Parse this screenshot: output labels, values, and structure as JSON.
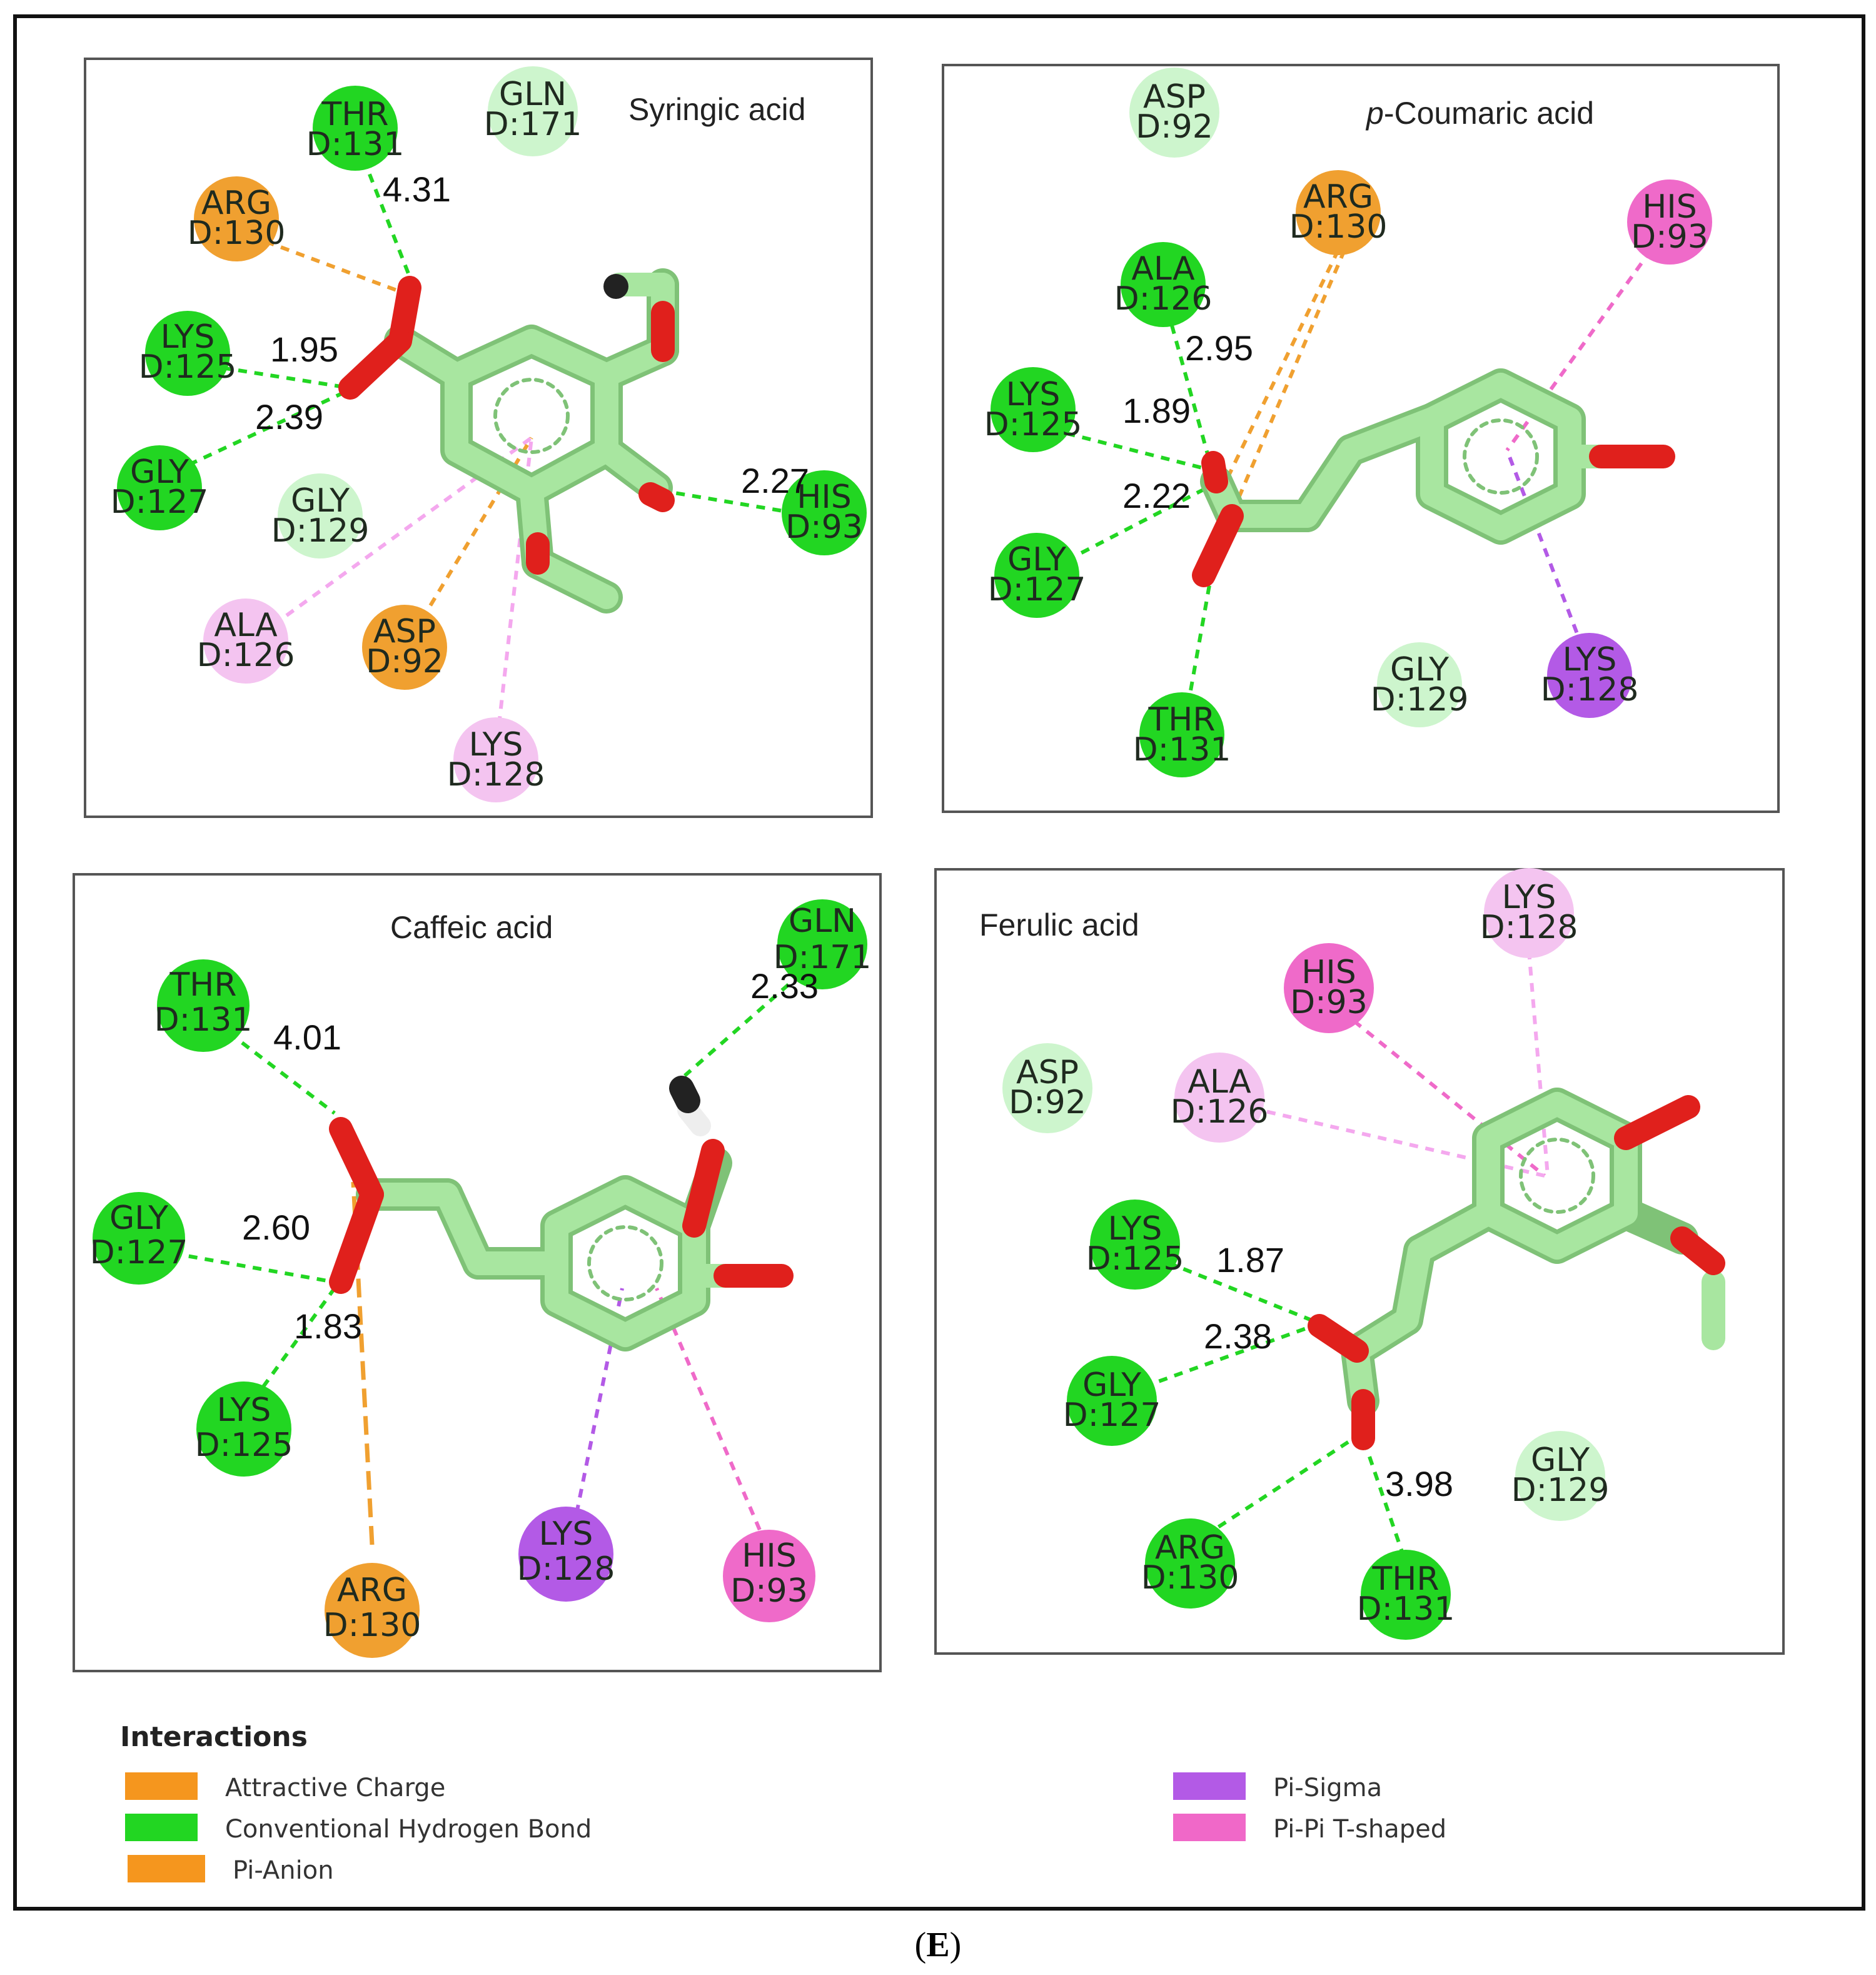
{
  "panels": [
    {
      "title": "Syringic acid",
      "title_style": "normal"
    },
    {
      "title_italic": "p",
      "title": "-Coumaric acid",
      "title_style": "mixed"
    },
    {
      "title": "Caffeic acid",
      "title_style": "normal"
    },
    {
      "title": "Ferulic acid",
      "title_style": "normal"
    }
  ],
  "residues": {
    "syringic": [
      {
        "l1": "THR",
        "l2": "D:131",
        "type": "hbond"
      },
      {
        "l1": "GLN",
        "l2": "D:171",
        "type": "weak"
      },
      {
        "l1": "ARG",
        "l2": "D:130",
        "type": "charge"
      },
      {
        "l1": "LYS",
        "l2": "D:125",
        "type": "hbond"
      },
      {
        "l1": "GLY",
        "l2": "D:127",
        "type": "hbond"
      },
      {
        "l1": "GLY",
        "l2": "D:129",
        "type": "weak"
      },
      {
        "l1": "HIS",
        "l2": "D:93",
        "type": "hbond"
      },
      {
        "l1": "ALA",
        "l2": "D:126",
        "type": "alkyl"
      },
      {
        "l1": "ASP",
        "l2": "D:92",
        "type": "charge"
      },
      {
        "l1": "LYS",
        "l2": "D:128",
        "type": "alkyl"
      }
    ],
    "coumaric": [
      {
        "l1": "ASP",
        "l2": "D:92",
        "type": "weak"
      },
      {
        "l1": "ARG",
        "l2": "D:130",
        "type": "charge"
      },
      {
        "l1": "HIS",
        "l2": "D:93",
        "type": "pipi"
      },
      {
        "l1": "ALA",
        "l2": "D:126",
        "type": "hbond"
      },
      {
        "l1": "LYS",
        "l2": "D:125",
        "type": "hbond"
      },
      {
        "l1": "GLY",
        "l2": "D:127",
        "type": "hbond"
      },
      {
        "l1": "GLY",
        "l2": "D:129",
        "type": "weak"
      },
      {
        "l1": "LYS",
        "l2": "D:128",
        "type": "pisigma"
      },
      {
        "l1": "THR",
        "l2": "D:131",
        "type": "hbond"
      }
    ],
    "caffeic": [
      {
        "l1": "GLN",
        "l2": "D:171",
        "type": "hbond"
      },
      {
        "l1": "THR",
        "l2": "D:131",
        "type": "hbond"
      },
      {
        "l1": "GLY",
        "l2": "D:127",
        "type": "hbond"
      },
      {
        "l1": "LYS",
        "l2": "D:125",
        "type": "hbond"
      },
      {
        "l1": "LYS",
        "l2": "D:128",
        "type": "pisigma"
      },
      {
        "l1": "HIS",
        "l2": "D:93",
        "type": "pipi"
      },
      {
        "l1": "ARG",
        "l2": "D:130",
        "type": "charge"
      }
    ],
    "ferulic": [
      {
        "l1": "LYS",
        "l2": "D:128",
        "type": "alkyl"
      },
      {
        "l1": "HIS",
        "l2": "D:93",
        "type": "pipi"
      },
      {
        "l1": "ASP",
        "l2": "D:92",
        "type": "weak"
      },
      {
        "l1": "ALA",
        "l2": "D:126",
        "type": "alkyl"
      },
      {
        "l1": "LYS",
        "l2": "D:125",
        "type": "hbond"
      },
      {
        "l1": "GLY",
        "l2": "D:127",
        "type": "hbond"
      },
      {
        "l1": "GLY",
        "l2": "D:129",
        "type": "weak"
      },
      {
        "l1": "ARG",
        "l2": "D:130",
        "type": "hbond"
      },
      {
        "l1": "THR",
        "l2": "D:131",
        "type": "hbond"
      }
    ]
  },
  "distances": {
    "syringic": [
      "4.31",
      "1.95",
      "2.39",
      "2.27"
    ],
    "coumaric": [
      "2.95",
      "1.89",
      "2.22"
    ],
    "caffeic": [
      "4.01",
      "2.60",
      "1.83",
      "2.33"
    ],
    "ferulic": [
      "1.87",
      "2.38",
      "3.98"
    ]
  },
  "legend": {
    "title": "Interactions",
    "items": [
      {
        "label": "Attractive Charge",
        "color": "#f5961e"
      },
      {
        "label": "Conventional Hydrogen Bond",
        "color": "#22d622"
      },
      {
        "label": "Pi-Anion",
        "color": "#f5961e"
      },
      {
        "label": "Pi-Sigma",
        "color": "#b35ae6"
      },
      {
        "label": "Pi-Pi T-shaped",
        "color": "#f068c8"
      }
    ]
  },
  "caption": {
    "open": "(",
    "letter": "E",
    "close": ")"
  },
  "colors": {
    "hbond": "#22d622",
    "weak": "#cdf5cd",
    "charge": "#f0a030",
    "alkyl": "#f4c4f0",
    "pisigma": "#b35ae6",
    "pipi": "#ef6ac9",
    "carbon": "#a8e6a0",
    "carbon_stroke": "#7fc277",
    "oxygen": "#e0201c",
    "border": "#222222"
  }
}
